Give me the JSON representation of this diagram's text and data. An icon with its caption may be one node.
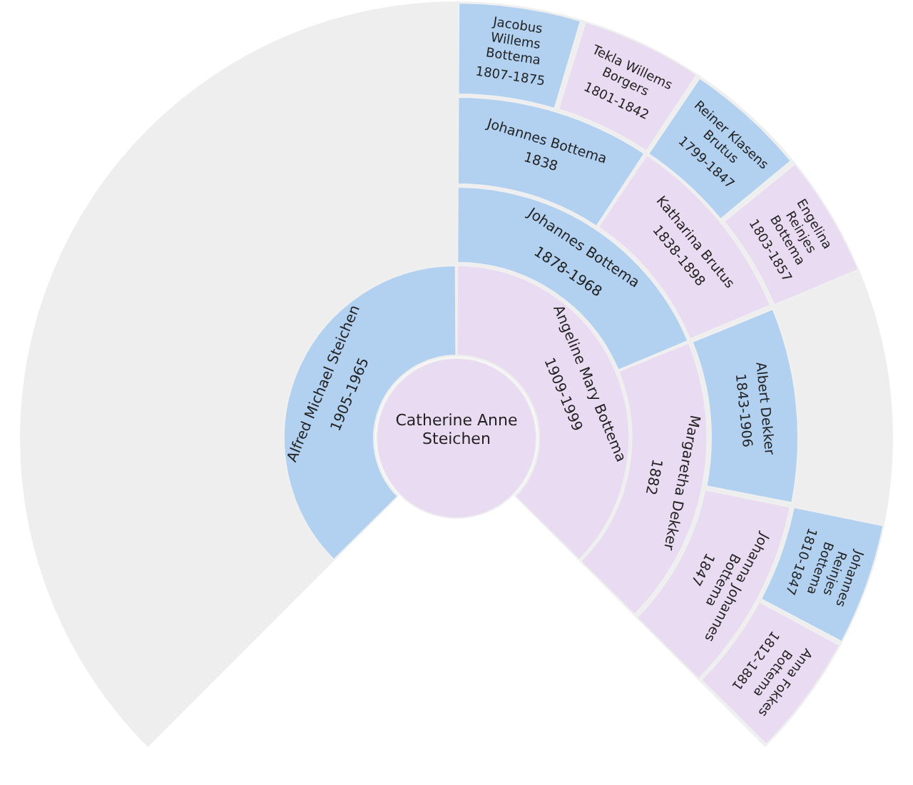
{
  "diagram": {
    "nodes": [
      {
        "text": [
          "Catherine Anne Steichen"
        ]
      },
      {
        "text": [
          "Alfred Michael Steichen",
          "1905-1965"
        ]
      },
      {
        "text": [
          "Angeline Mary Bottema",
          "1909-1999"
        ]
      },
      {
        "text": [
          "Johannes Bottema",
          "1878-1968"
        ]
      },
      {
        "text": [
          "Margaretha Dekker",
          "1882"
        ]
      },
      {
        "text": [
          "Johannes Bottema",
          "1838"
        ]
      },
      {
        "text": [
          "Katharina Brutus",
          "1838-1898"
        ]
      },
      {
        "text": [
          "Albert Dekker",
          "1843-1906"
        ]
      },
      {
        "text": [
          "Johanna Johannes Bottema",
          "1847"
        ]
      },
      {
        "text": [
          "Jacobus Willems Bottema",
          "1807-1875"
        ]
      },
      {
        "text": [
          "Tekla Willems Borgers",
          "1801-1842"
        ]
      },
      {
        "text": [
          "Reiner Klasens Brutus",
          "1799-1847"
        ]
      },
      {
        "text": [
          "Engelina Reinjes Bottema",
          "1803-1857"
        ]
      },
      {
        "text": [
          "Johannes Reinjes Bottema",
          "1810-1847"
        ]
      },
      {
        "text": [
          "Anna Fokkes Bottema",
          "1812-1881"
        ]
      }
    ]
  }
}
